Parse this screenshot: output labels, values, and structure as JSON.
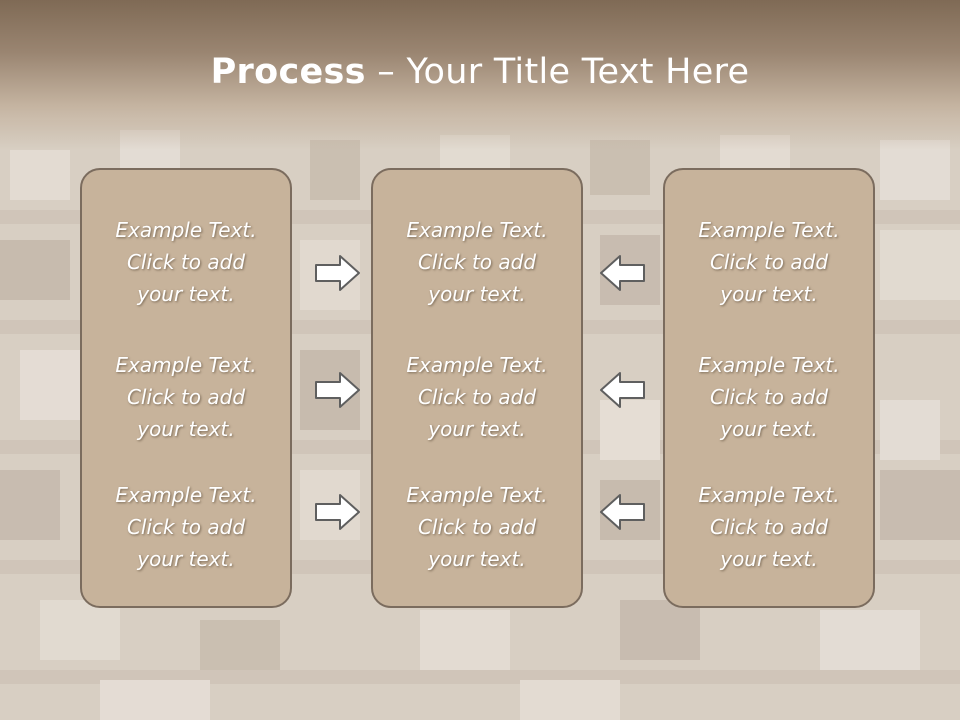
{
  "title": {
    "bold": "Process",
    "rest": " – Your Title Text Here"
  },
  "columns": [
    {
      "items": [
        {
          "l1": "Example Text.",
          "l2": "Click  to add",
          "l3": "your text."
        },
        {
          "l1": "Example Text.",
          "l2": "Click  to add",
          "l3": "your text."
        },
        {
          "l1": "Example Text.",
          "l2": "Click  to add",
          "l3": "your text."
        }
      ]
    },
    {
      "items": [
        {
          "l1": "Example Text.",
          "l2": "Click  to add",
          "l3": "your text."
        },
        {
          "l1": "Example Text.",
          "l2": "Click  to add",
          "l3": "your text."
        },
        {
          "l1": "Example Text.",
          "l2": "Click  to add",
          "l3": "your text."
        }
      ]
    },
    {
      "items": [
        {
          "l1": "Example Text.",
          "l2": "Click  to add",
          "l3": "your text."
        },
        {
          "l1": "Example Text.",
          "l2": "Click  to add",
          "l3": "your text."
        },
        {
          "l1": "Example Text.",
          "l2": "Click  to add",
          "l3": "your text."
        }
      ]
    }
  ],
  "arrows": {
    "left_group": "arrow-right-icon",
    "right_group": "arrow-left-icon"
  },
  "colors": {
    "box_fill": "#c7b39b",
    "box_border": "#7b6c5e",
    "title_band": "#7f6a55",
    "text": "#ffffff"
  }
}
